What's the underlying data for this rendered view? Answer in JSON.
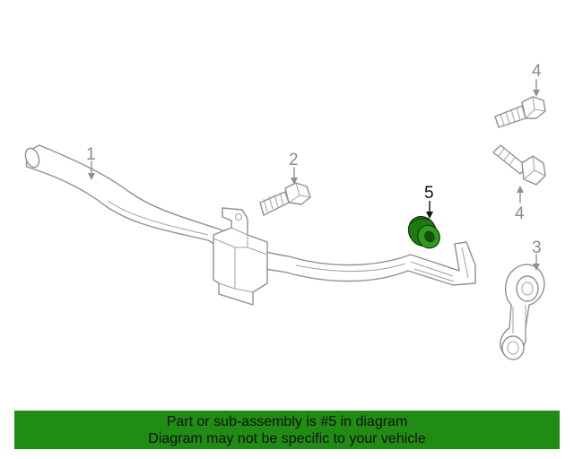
{
  "callouts": {
    "c1": "1",
    "c2": "2",
    "c3": "3",
    "c4a": "4",
    "c4b": "4",
    "c5": "5"
  },
  "highlighted_part": "5",
  "colors": {
    "highlight": "#1f7a10",
    "banner": "#218c14",
    "line": "#909090"
  },
  "banner": {
    "line1": "Part or sub-assembly is #5 in diagram",
    "line2": "Diagram may not be specific to your vehicle"
  }
}
